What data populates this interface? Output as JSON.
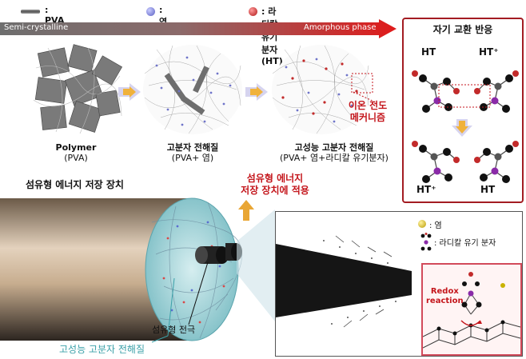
{
  "legend": {
    "pva": ": PVA",
    "salt": ": 염",
    "radical": ": 라디칼 유기 분자 (HT)"
  },
  "phase_arrow": {
    "left": "Semi-crystalline",
    "right": "Amorphous phase"
  },
  "stages": [
    {
      "line1": "Polymer",
      "line2": "(PVA)"
    },
    {
      "line1": "고분자 전해질",
      "line2": "(PVA+ 염)"
    },
    {
      "line1": "고성능 고분자 전해질",
      "line2": "(PVA+ 염+라디칼 유기분자)"
    }
  ],
  "ion_mechanism": {
    "line1": "이온 전도",
    "line2": "메커니즘"
  },
  "self_exchange": {
    "title": "자기 교환 반응",
    "top_left": "HT",
    "top_right": "HT⁺",
    "bottom_left": "HT⁺",
    "bottom_right": "HT"
  },
  "apply": {
    "line1": "섬유형 에너지",
    "line2": "저장 장치에 적용"
  },
  "device_title": "섬유형 에너지 저장 장치",
  "electrode_label": "섬유형 전극",
  "electrolyte_label": "고성능 고분자 전해질",
  "zoom_legend": {
    "salt": ": 염",
    "radical": ": 라디칼 유기 분자"
  },
  "redox": {
    "line1": "Redox",
    "line2": "reaction"
  },
  "colors": {
    "accent_red": "#c4161c",
    "teal": "#3aa0a8",
    "salt_blue": "#6f74c9",
    "radical_red": "#c22a2a"
  }
}
